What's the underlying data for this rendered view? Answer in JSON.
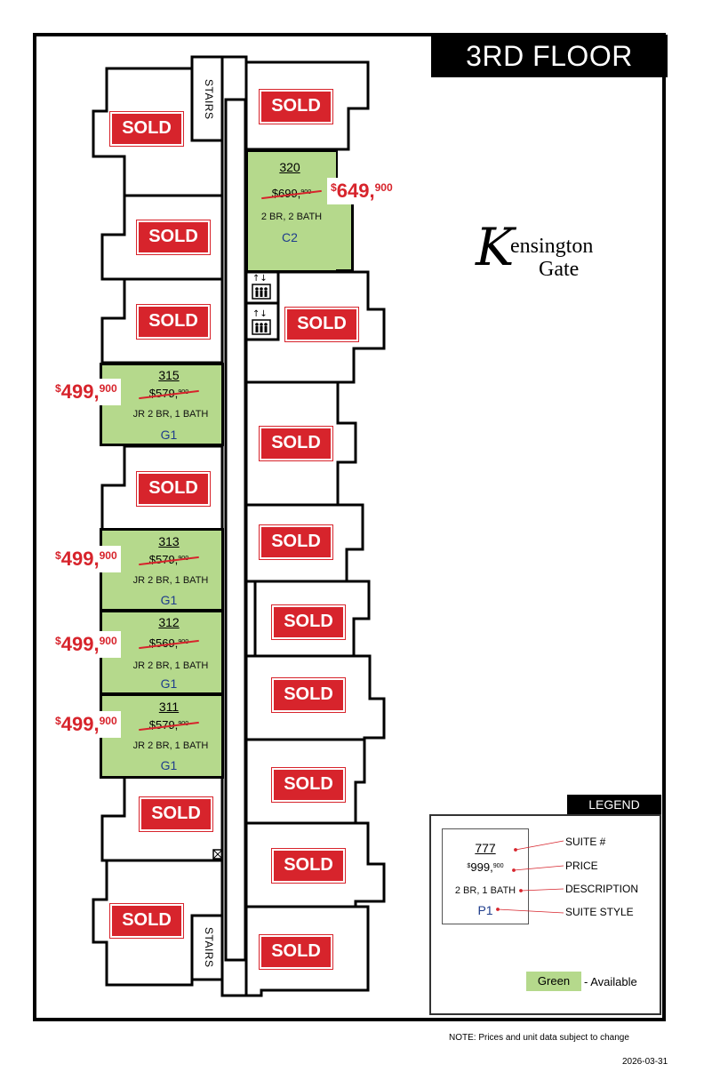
{
  "floor_title": "3RD FLOOR",
  "logo": {
    "initial": "K",
    "line1": "ensington",
    "line2": "Gate"
  },
  "stairs_label": "STAIRS",
  "sold_label": "SOLD",
  "available_units": [
    {
      "number": "320",
      "old_price_main": "$699,",
      "old_price_cents": "900",
      "new_price_sym": "$",
      "new_price_main": "649,",
      "new_price_cents": "900",
      "description": "2 BR, 2 BATH",
      "style": "C2"
    },
    {
      "number": "315",
      "old_price_main": "$579,",
      "old_price_cents": "900",
      "new_price_sym": "$",
      "new_price_main": "499,",
      "new_price_cents": "900",
      "description": "JR 2 BR, 1 BATH",
      "style": "G1"
    },
    {
      "number": "313",
      "old_price_main": "$579,",
      "old_price_cents": "900",
      "new_price_sym": "$",
      "new_price_main": "499,",
      "new_price_cents": "900",
      "description": "JR 2 BR, 1 BATH",
      "style": "G1"
    },
    {
      "number": "312",
      "old_price_main": "$569,",
      "old_price_cents": "900",
      "new_price_sym": "$",
      "new_price_main": "499,",
      "new_price_cents": "900",
      "description": "JR 2 BR, 1 BATH",
      "style": "G1"
    },
    {
      "number": "311",
      "old_price_main": "$579,",
      "old_price_cents": "900",
      "new_price_sym": "$",
      "new_price_main": "499,",
      "new_price_cents": "900",
      "description": "JR 2 BR, 1 BATH",
      "style": "G1"
    }
  ],
  "legend": {
    "title": "LEGEND",
    "sample_number": "777",
    "sample_price_sym": "$",
    "sample_price_main": "999,",
    "sample_price_cents": "900",
    "sample_description": "2 BR, 1 BATH",
    "sample_style": "P1",
    "label_suite": "SUITE #",
    "label_price": "PRICE",
    "label_description": "DESCRIPTION",
    "label_style": "SUITE STYLE",
    "green_label": "Green",
    "available_label": "- Available"
  },
  "note": "NOTE: Prices and unit data subject to change",
  "date": "2026-03-31",
  "colors": {
    "sold": "#d7242c",
    "available": "#b5d98c",
    "style_text": "#1f3d8c"
  }
}
